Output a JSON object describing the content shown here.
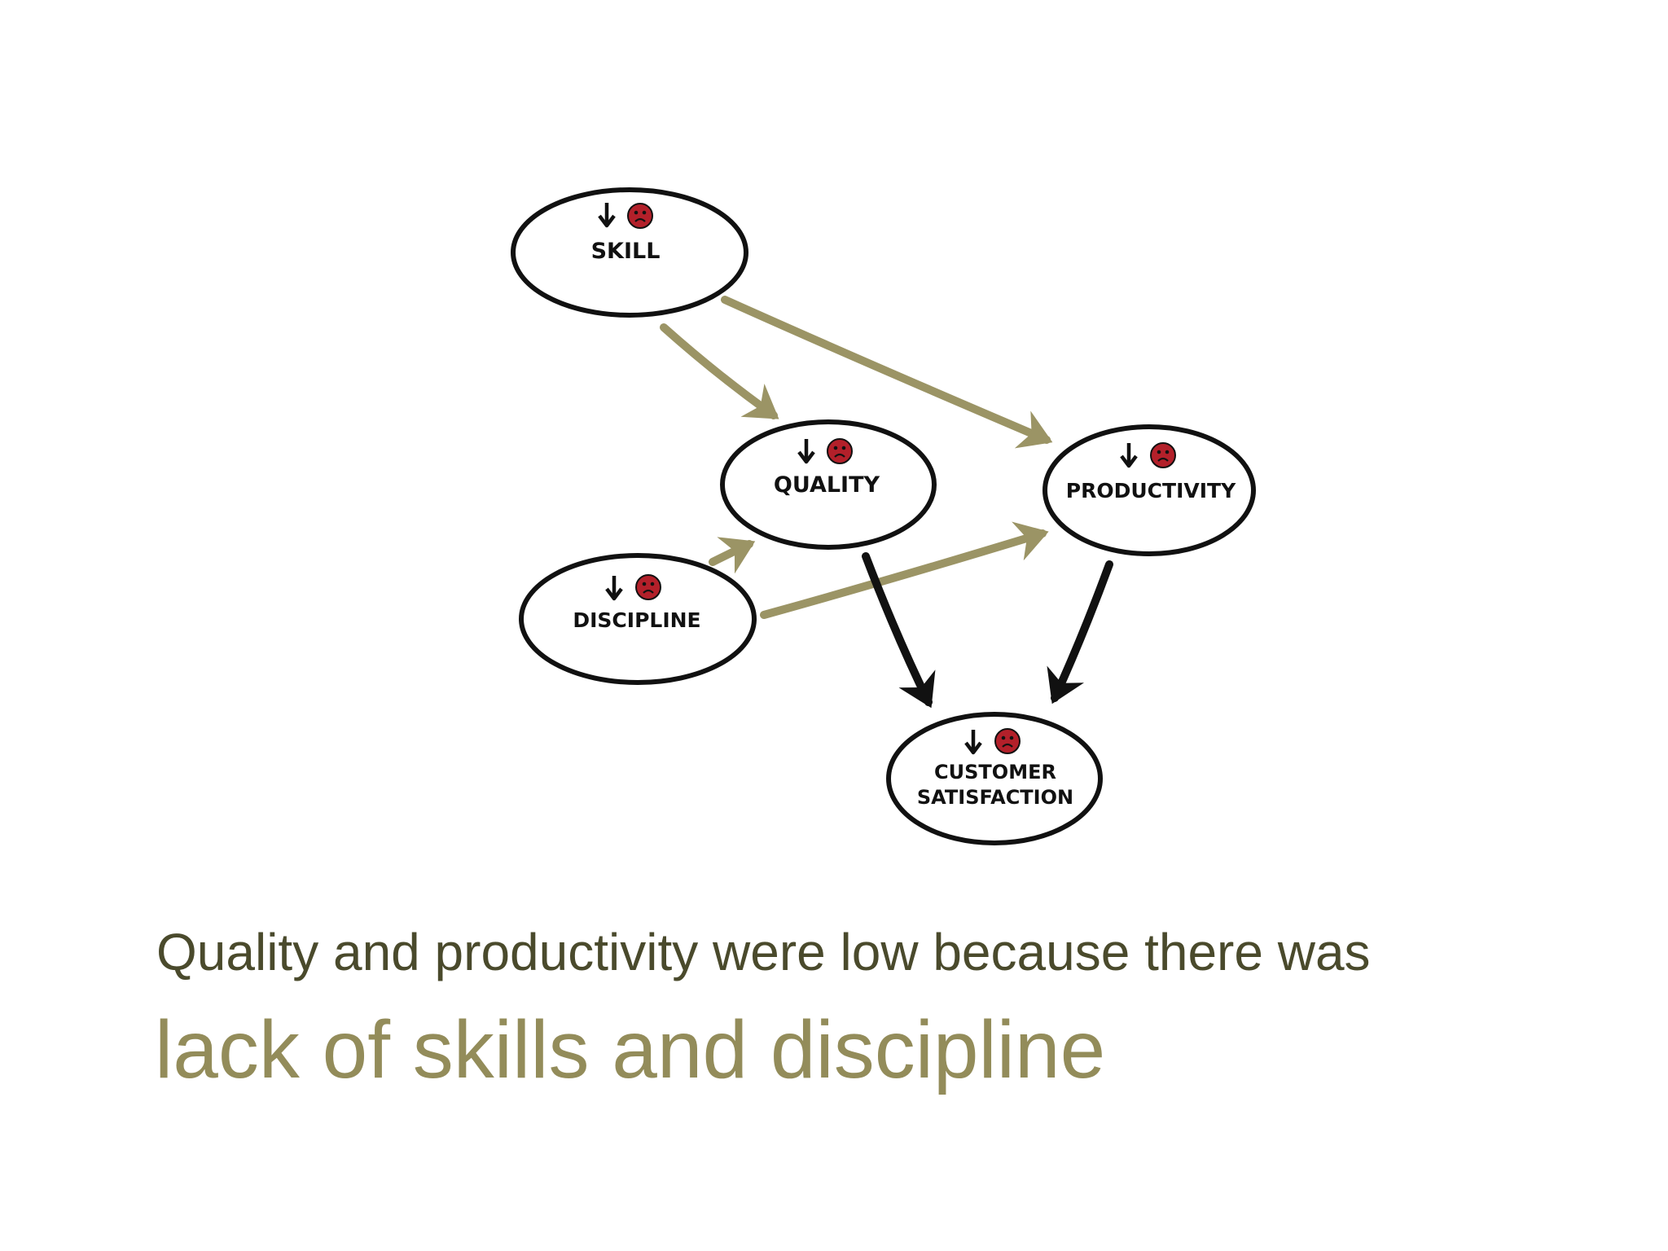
{
  "diagram": {
    "nodes": {
      "skill": {
        "label": "SKILL",
        "indicator": "down-arrow-icon",
        "mood": "sad-face-icon"
      },
      "quality": {
        "label": "QUALITY",
        "indicator": "down-arrow-icon",
        "mood": "sad-face-icon"
      },
      "productivity": {
        "label": "PRODUCTIVITY",
        "indicator": "down-arrow-icon",
        "mood": "sad-face-icon"
      },
      "discipline": {
        "label": "DISCIPLINE",
        "indicator": "down-arrow-icon",
        "mood": "sad-face-icon"
      },
      "customer_satisfaction": {
        "label_line1": "CUSTOMER",
        "label_line2": "SATISFACTION",
        "indicator": "down-arrow-icon",
        "mood": "sad-face-icon"
      }
    },
    "edges": [
      {
        "from": "skill",
        "to": "quality",
        "color": "#9b9465"
      },
      {
        "from": "skill",
        "to": "productivity",
        "color": "#9b9465"
      },
      {
        "from": "discipline",
        "to": "quality",
        "color": "#9b9465"
      },
      {
        "from": "discipline",
        "to": "productivity",
        "color": "#9b9465"
      },
      {
        "from": "quality",
        "to": "customer_satisfaction",
        "color": "#111111"
      },
      {
        "from": "productivity",
        "to": "customer_satisfaction",
        "color": "#111111"
      }
    ],
    "colors": {
      "cause_arrow": "#9b9465",
      "effect_arrow": "#111111",
      "sad_face": "#b3202a"
    }
  },
  "caption": {
    "subtitle": "Quality and productivity were low because there was",
    "headline": "lack of skills and discipline"
  }
}
